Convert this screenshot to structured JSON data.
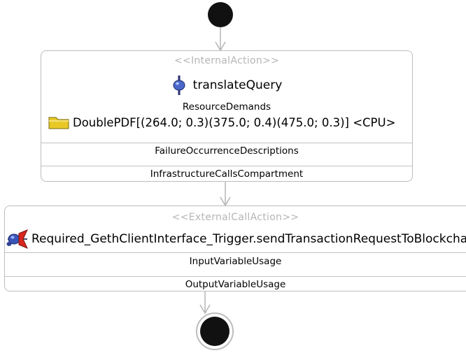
{
  "internal_action": {
    "stereotype": "<<InternalAction>>",
    "name": "translateQuery",
    "resource_demands_title": "ResourceDemands",
    "resource_demand": "DoublePDF[(264.0; 0.3)(375.0; 0.4)(475.0; 0.3)] <CPU>",
    "failure_title": "FailureOccurrenceDescriptions",
    "infrastructure_title": "InfrastructureCallsCompartment"
  },
  "external_call_action": {
    "stereotype": "<<ExternalCallAction>>",
    "name": "Required_GethClientInterface_Trigger.sendTransactionRequestToBlockchain",
    "input_title": "InputVariableUsage",
    "output_title": "OutputVariableUsage"
  },
  "icons": {
    "start": "start-node-icon",
    "stop": "stop-node-icon",
    "internal_action": "internal-action-icon",
    "resource": "resource-folder-icon",
    "external_call": "external-call-icon"
  }
}
